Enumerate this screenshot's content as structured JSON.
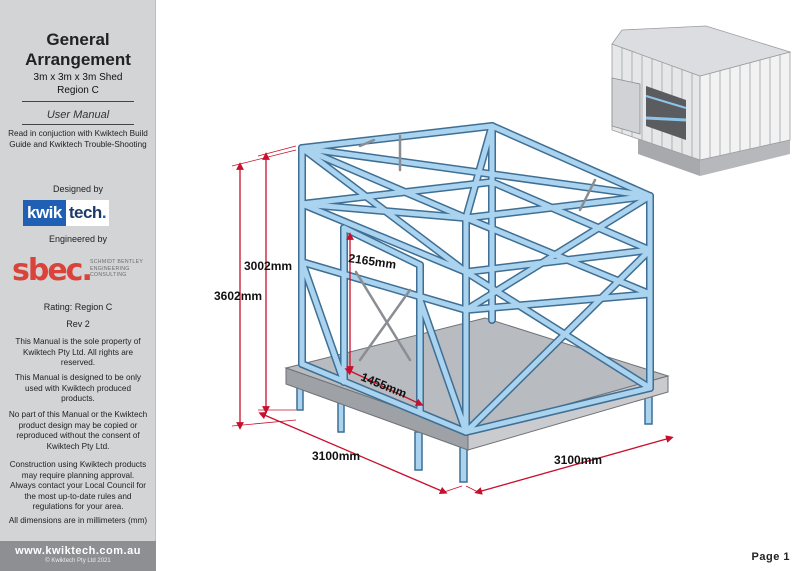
{
  "sidebar": {
    "title_line1": "General",
    "title_line2": "Arrangement",
    "subtitle_line1": "3m x 3m x 3m Shed",
    "subtitle_line2": "Region C",
    "manual_label": "User Manual",
    "read_note": "Read in conjuction with Kwiktech Build Guide and Kwiktech Trouble-Shooting",
    "designed_by": "Designed by",
    "kwiktech_logo": {
      "part1": "kwik",
      "part2": "tech",
      "dot": "."
    },
    "engineered_by": "Engineered by",
    "sbec_logo": {
      "mark": "sbec.",
      "text": "SCHMIDT BENTLEY ENGINEERING CONSULTING"
    },
    "rating": "Rating: Region C",
    "revision": "Rev 2",
    "property_note": "This Manual is the sole property of Kwiktech Pty Ltd. All rights are reserved.",
    "usage_note": "This Manual is designed to be only used with Kwiktech produced products.",
    "copy_note": "No part of this Manual or the Kwiktech product design may be copied or reproduced without the consent of Kwiktech Pty Ltd.",
    "planning_note": "Construction using Kwiktech products may require planning approval.  Always contact your Local Council for the most up-to-date rules and regulations for your area.",
    "units_note": "All dimensions are in millimeters (mm)",
    "website": "www.kwiktech.com.au",
    "copyright": "© Kwiktech Pty Ltd 2021"
  },
  "dimensions": {
    "height_front": "3002mm",
    "height_back": "3602mm",
    "door_height": "2165mm",
    "door_width": "1455mm",
    "depth": "3100mm",
    "width": "3100mm"
  },
  "page": {
    "label": "Page 1"
  },
  "colors": {
    "frame": "#a9d3ee",
    "frame_edge": "#3f6f94",
    "floor": "#c9cbcf",
    "dimension": "#c8102e",
    "sidebar_bg": "#d3d4d6",
    "footer_bg": "#8d8f93",
    "kwik_blue": "#1f5fb4",
    "sbec_red": "#d9433a"
  }
}
